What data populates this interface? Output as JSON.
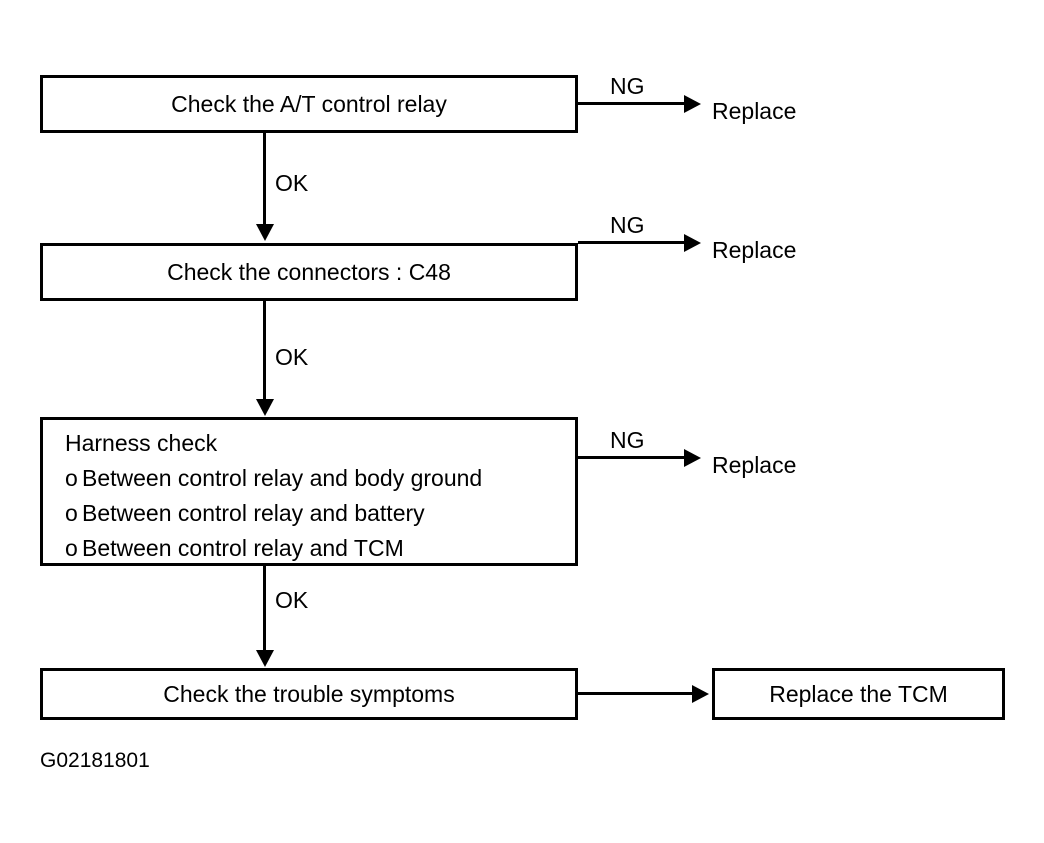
{
  "diagram": {
    "caption": "G02181801",
    "steps": [
      {
        "id": "step-at-control-relay",
        "label": "Check the A/T control relay",
        "fail_label": "NG",
        "fail_target": "Replace",
        "pass_label": "OK"
      },
      {
        "id": "step-connectors",
        "label": "Check the connectors : C48",
        "fail_label": "NG",
        "fail_target": "Replace",
        "pass_label": "OK"
      },
      {
        "id": "step-harness-check",
        "title": "Harness check",
        "items": [
          "Between control relay and body ground",
          "Between control relay and battery",
          "Between control relay and TCM"
        ],
        "bullet": "o",
        "fail_label": "NG",
        "fail_target": "Replace",
        "pass_label": "OK"
      },
      {
        "id": "step-trouble-symptoms",
        "label": "Check the trouble symptoms",
        "result_box": "Replace the TCM"
      }
    ]
  }
}
